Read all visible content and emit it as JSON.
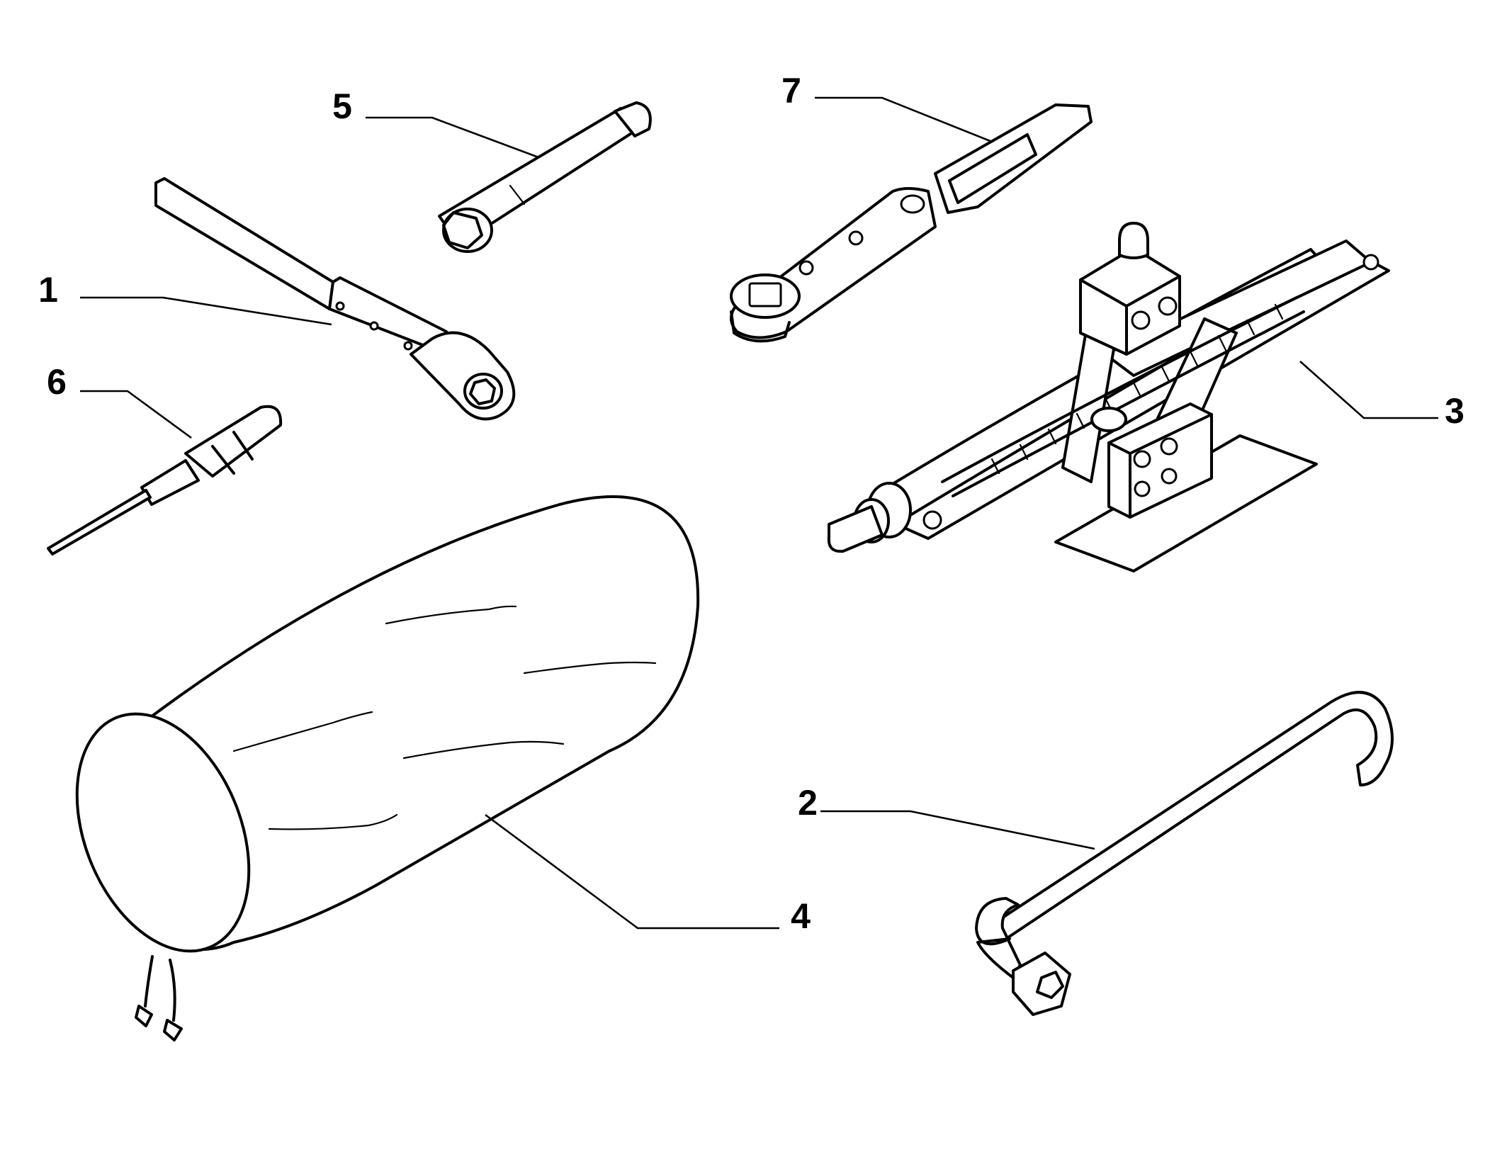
{
  "callouts": [
    {
      "id": "1",
      "label": "1"
    },
    {
      "id": "2",
      "label": "2"
    },
    {
      "id": "3",
      "label": "3"
    },
    {
      "id": "4",
      "label": "4"
    },
    {
      "id": "5",
      "label": "5"
    },
    {
      "id": "6",
      "label": "6"
    },
    {
      "id": "7",
      "label": "7"
    }
  ],
  "parts": [
    {
      "callout": "1",
      "icon": "ratchet-handle-icon"
    },
    {
      "callout": "2",
      "icon": "wheel-brace-icon"
    },
    {
      "callout": "3",
      "icon": "scissor-jack-icon"
    },
    {
      "callout": "4",
      "icon": "tool-bag-icon"
    },
    {
      "callout": "5",
      "icon": "socket-extension-icon"
    },
    {
      "callout": "6",
      "icon": "screwdriver-icon"
    },
    {
      "callout": "7",
      "icon": "ratchet-wrench-icon"
    }
  ],
  "colors": {
    "line": "#000000",
    "background": "#ffffff"
  }
}
